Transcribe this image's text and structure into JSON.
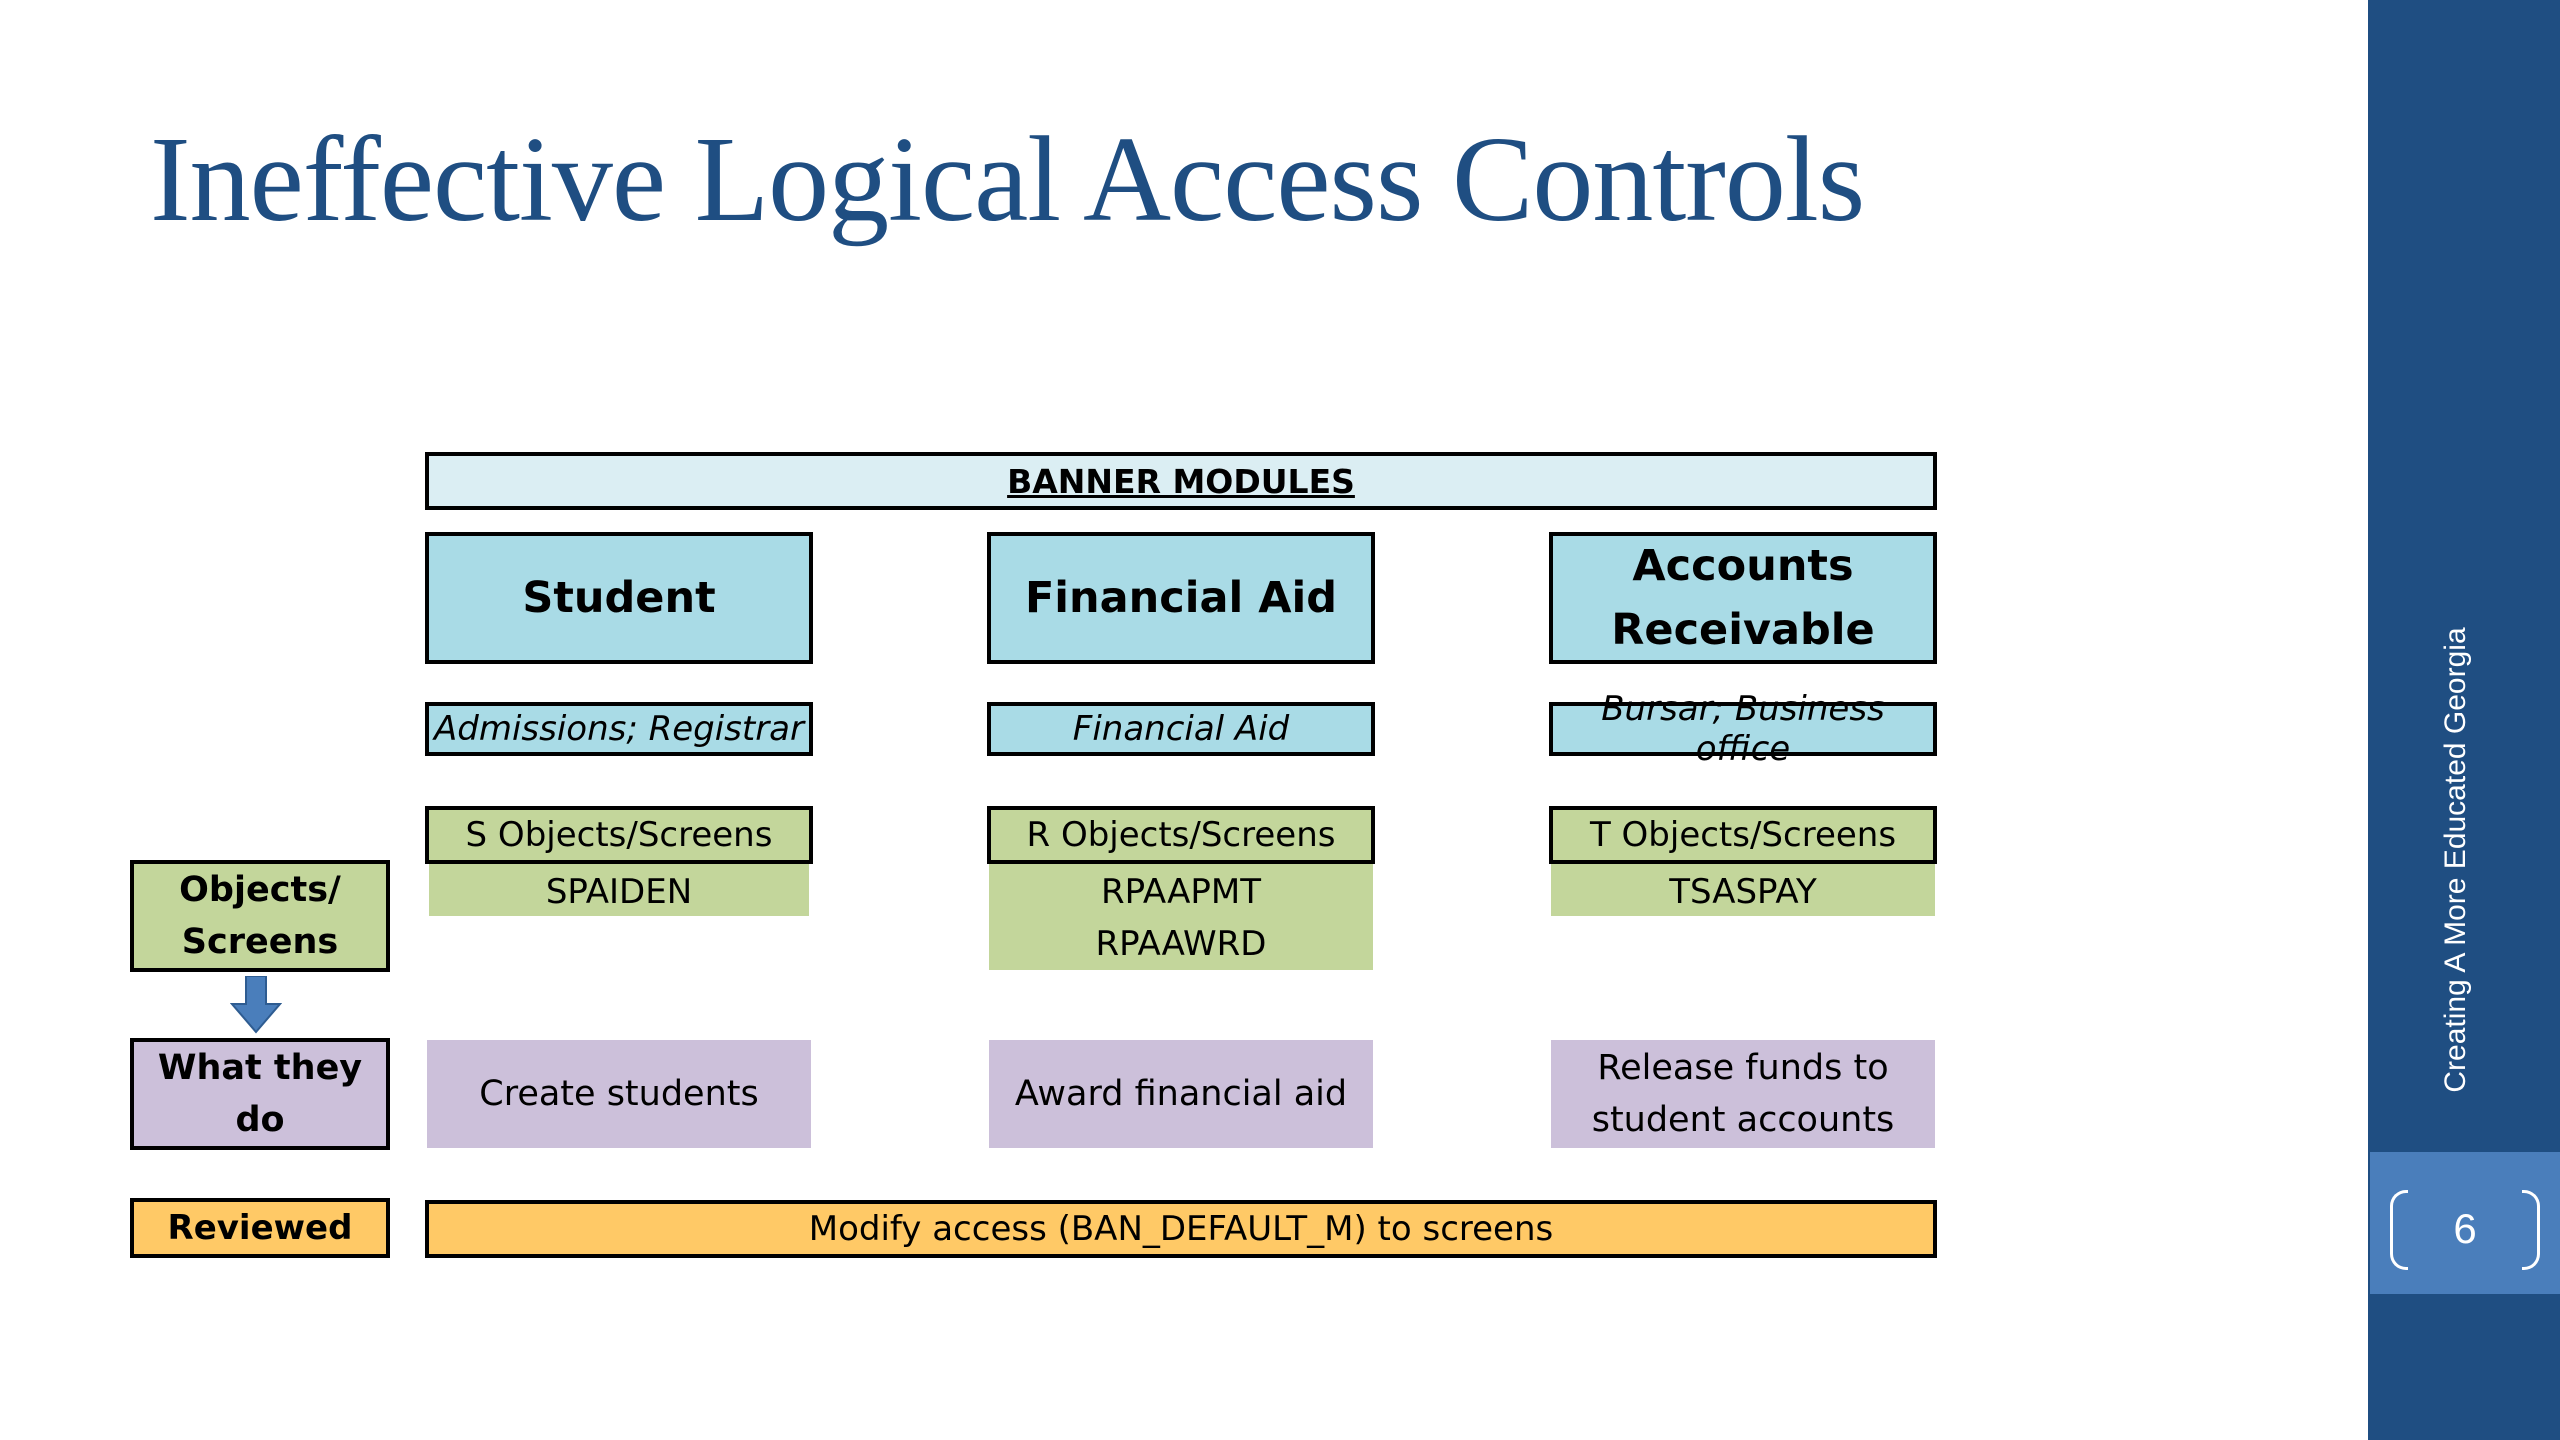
{
  "slide": {
    "title": "Ineffective Logical Access Controls",
    "page_number": "6",
    "tagline": "Creating A More Educated Georgia"
  },
  "diagram": {
    "banner": "BANNER MODULES",
    "modules": [
      {
        "name": "Student",
        "department": "Admissions; Registrar",
        "objects_header": "S Objects/Screens",
        "objects": [
          "SPAIDEN"
        ],
        "action": "Create students"
      },
      {
        "name": "Financial Aid",
        "department": "Financial Aid",
        "objects_header": "R Objects/Screens",
        "objects": [
          "RPAAPMT",
          "RPAAWRD"
        ],
        "action": "Award financial aid"
      },
      {
        "name_line1": "Accounts",
        "name_line2": "Receivable",
        "department": "Bursar; Business office",
        "objects_header": "T Objects/Screens",
        "objects": [
          "TSASPAY"
        ],
        "action_line1": "Release funds to",
        "action_line2": "student accounts"
      }
    ],
    "row_labels": {
      "objects_line1": "Objects/",
      "objects_line2": "Screens",
      "what_they_do": "What they do",
      "reviewed": "Reviewed"
    },
    "reviewed_access": "Modify access (BAN_DEFAULT_M) to screens"
  },
  "colors": {
    "title": "#1f4e82",
    "sidebar": "#1f4e82",
    "page_tile": "#4a7ebb",
    "banner_fill": "#dbeef3",
    "module_fill": "#a9dbe6",
    "objects_fill": "#c3d69b",
    "actions_fill": "#ccc0da",
    "reviewed_fill": "#ffc966",
    "arrow": "#4a7ebb"
  },
  "icons": {
    "row_arrow": "down-arrow-icon",
    "page_brackets": "bracket-icon"
  }
}
